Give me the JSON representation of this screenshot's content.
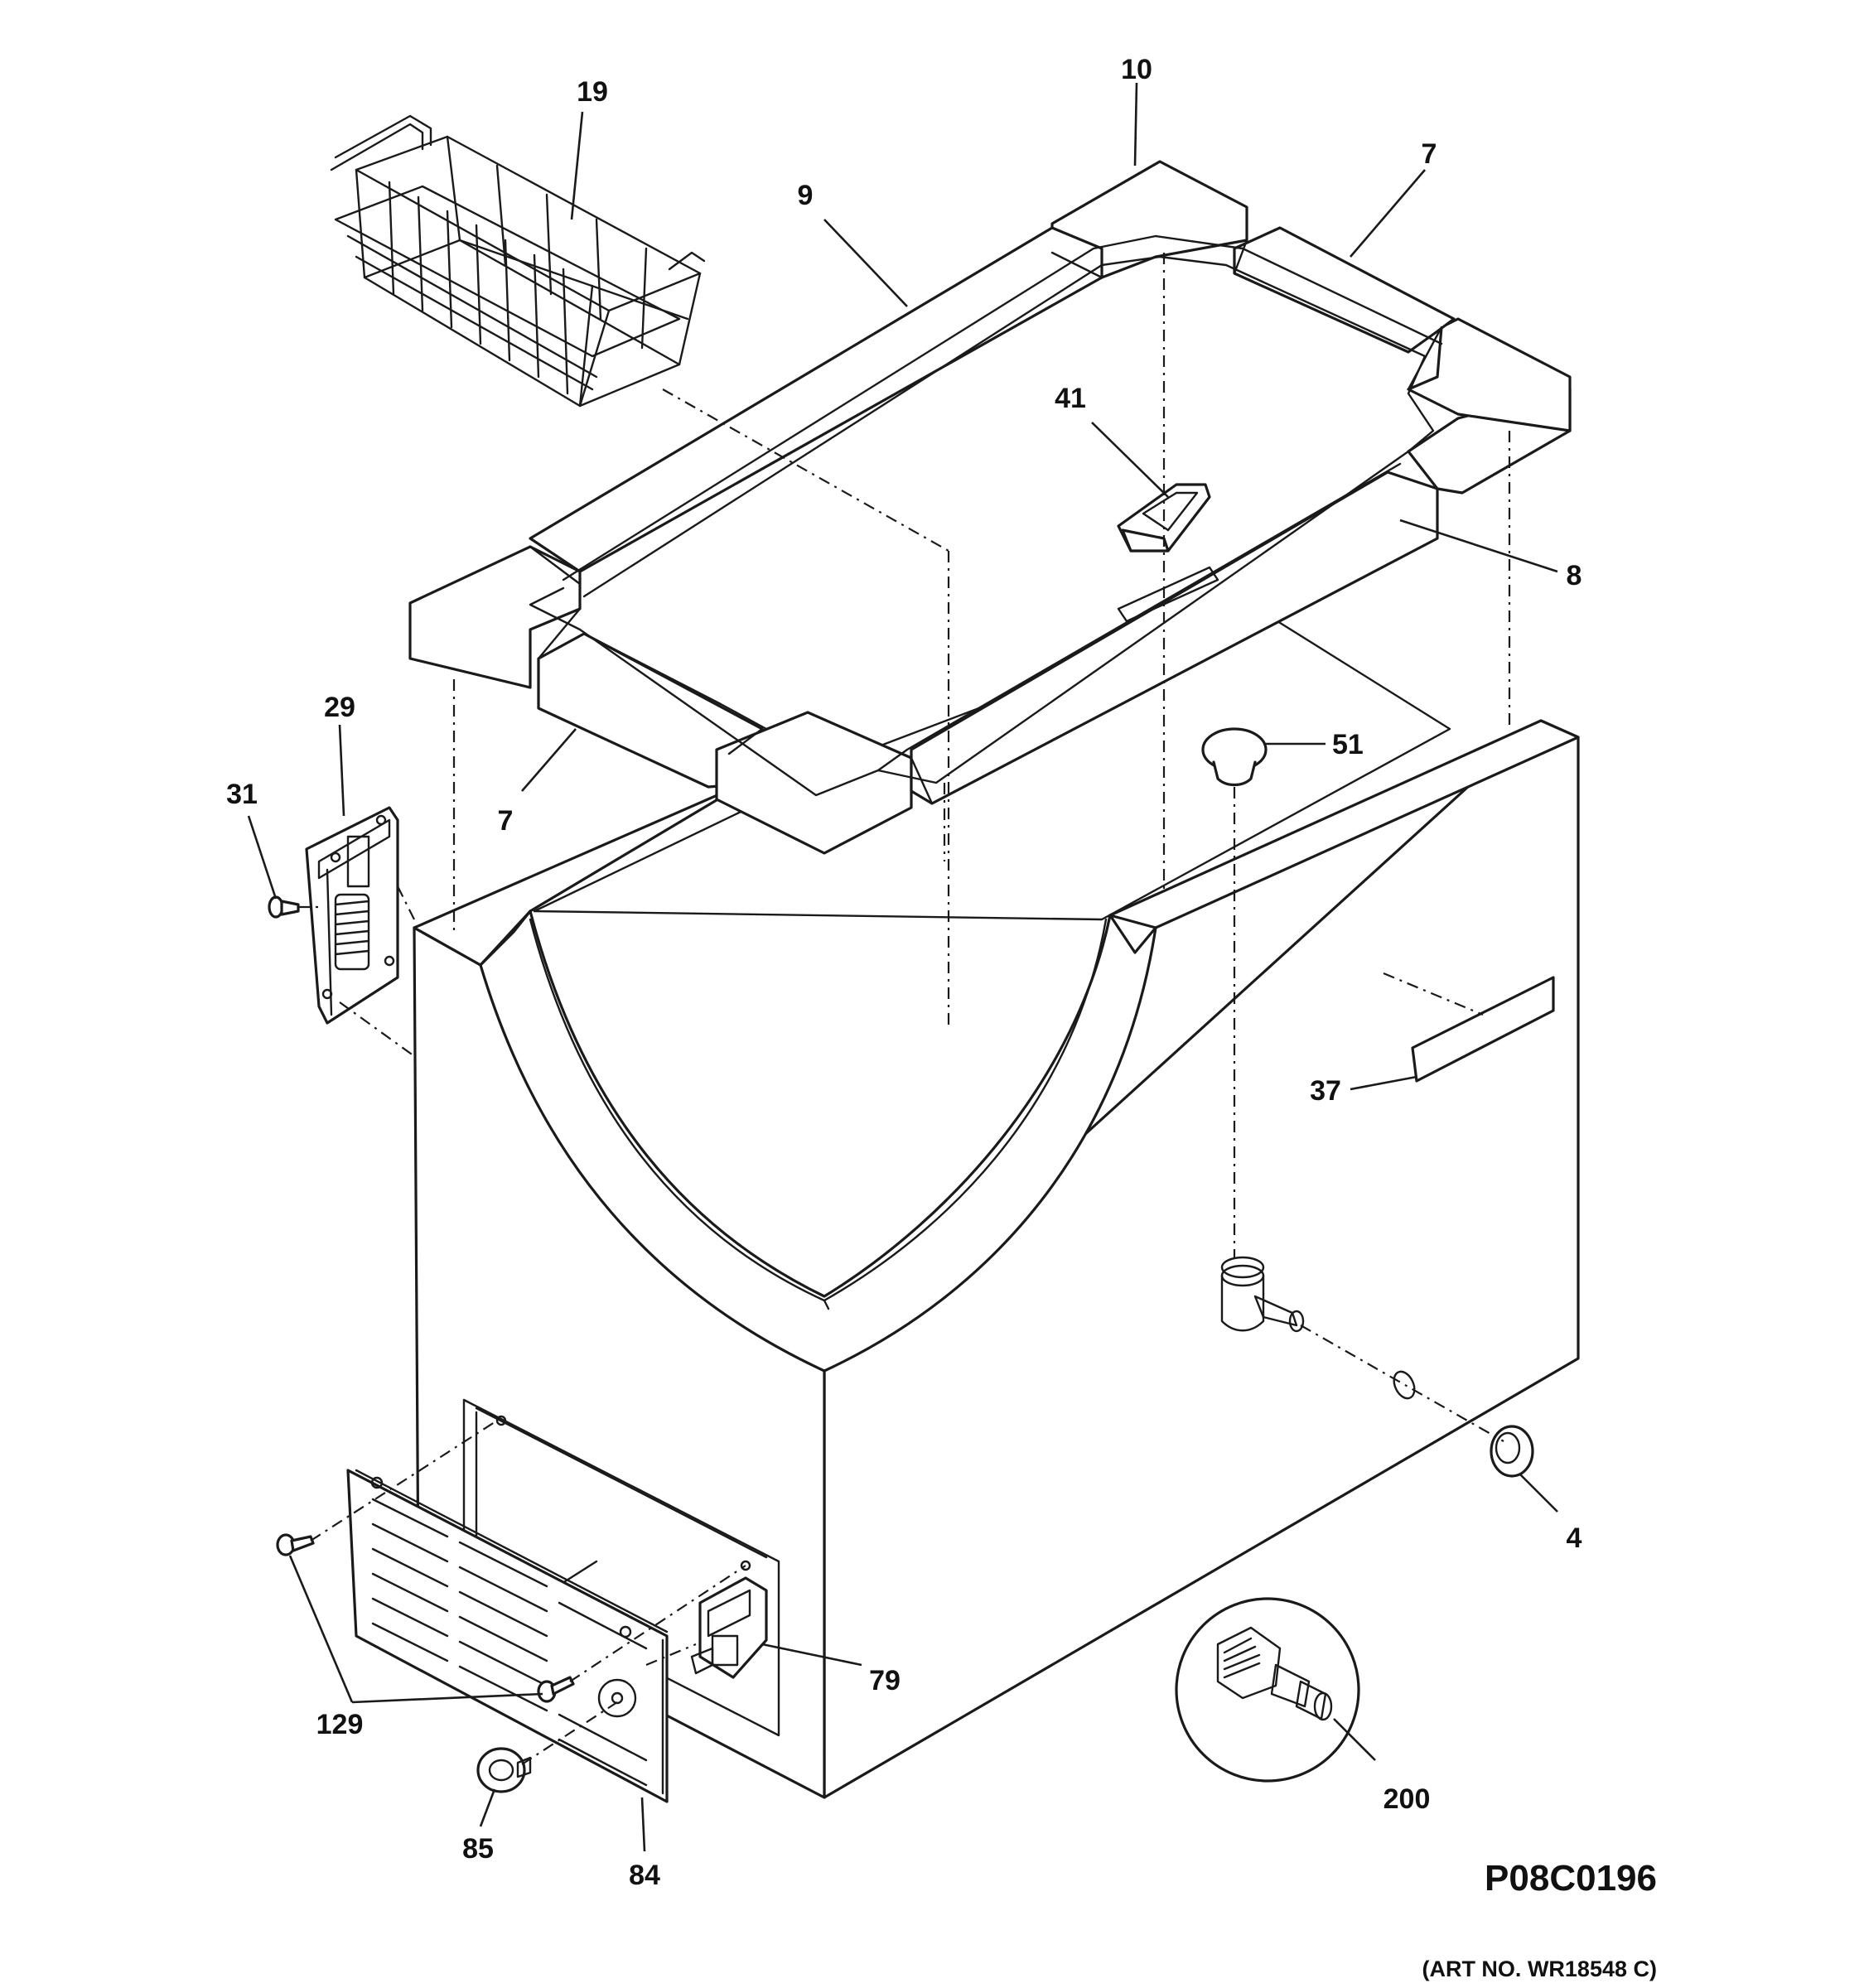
{
  "diagram": {
    "callouts": {
      "c19": "19",
      "c10": "10",
      "c7_top": "7",
      "c9": "9",
      "c41": "41",
      "c8": "8",
      "c29": "29",
      "c31": "31",
      "c51": "51",
      "c7_bottom": "7",
      "c37": "37",
      "c4": "4",
      "c79": "79",
      "c129": "129",
      "c200": "200",
      "c85": "85",
      "c84": "84"
    },
    "art_code": "P08C0196",
    "art_number": "(ART NO. WR18548 C)"
  }
}
